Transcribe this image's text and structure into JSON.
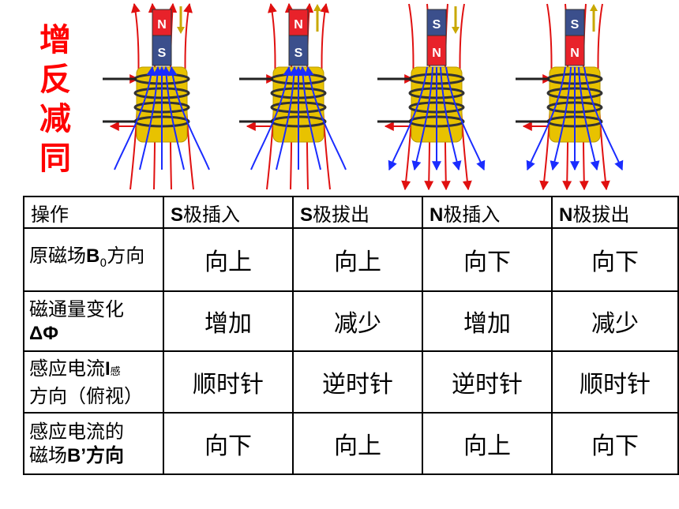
{
  "motto": [
    "增",
    "反",
    "减",
    "同"
  ],
  "cases": [
    {
      "top": "N",
      "bottom": "S",
      "top_color": "#e8222a",
      "bottom_color": "#3b4f8c",
      "arrow_dir": "down",
      "field_dir": "up"
    },
    {
      "top": "N",
      "bottom": "S",
      "top_color": "#e8222a",
      "bottom_color": "#3b4f8c",
      "arrow_dir": "up",
      "field_dir": "up"
    },
    {
      "top": "S",
      "bottom": "N",
      "top_color": "#3b4f8c",
      "bottom_color": "#e8222a",
      "arrow_dir": "down",
      "field_dir": "down"
    },
    {
      "top": "S",
      "bottom": "N",
      "top_color": "#3b4f8c",
      "bottom_color": "#e8222a",
      "arrow_dir": "up",
      "field_dir": "down"
    }
  ],
  "table": {
    "header": {
      "label": "操作",
      "cols": [
        {
          "pole": "S",
          "action": "极插入"
        },
        {
          "pole": "S",
          "action": "极拔出"
        },
        {
          "pole": "N",
          "action": "极插入"
        },
        {
          "pole": "N",
          "action": "极拔出"
        }
      ]
    },
    "row1": {
      "a": "原磁场",
      "b": "B",
      "sub": "0",
      "c": "方向",
      "values": [
        "向上",
        "向上",
        "向下",
        "向下"
      ]
    },
    "row2": {
      "a": "磁通量变化",
      "b": "ΔΦ",
      "values": [
        "增加",
        "减少",
        "增加",
        "减少"
      ]
    },
    "row3": {
      "a": "感应电流",
      "b": "I",
      "sub": "感",
      "c": "方向（俯视）",
      "values": [
        "顺时针",
        "逆时针",
        "逆时针",
        "顺时针"
      ]
    },
    "row4": {
      "a": "感应电流的",
      "b": "磁场",
      "c": "B’方向",
      "values": [
        "向下",
        "向上",
        "向上",
        "向下"
      ]
    }
  },
  "colors": {
    "motto": "#ff0000",
    "coil": "#e8c200",
    "winding": "#333333",
    "red_line": "#e01010",
    "blue_line": "#1a2cff"
  }
}
